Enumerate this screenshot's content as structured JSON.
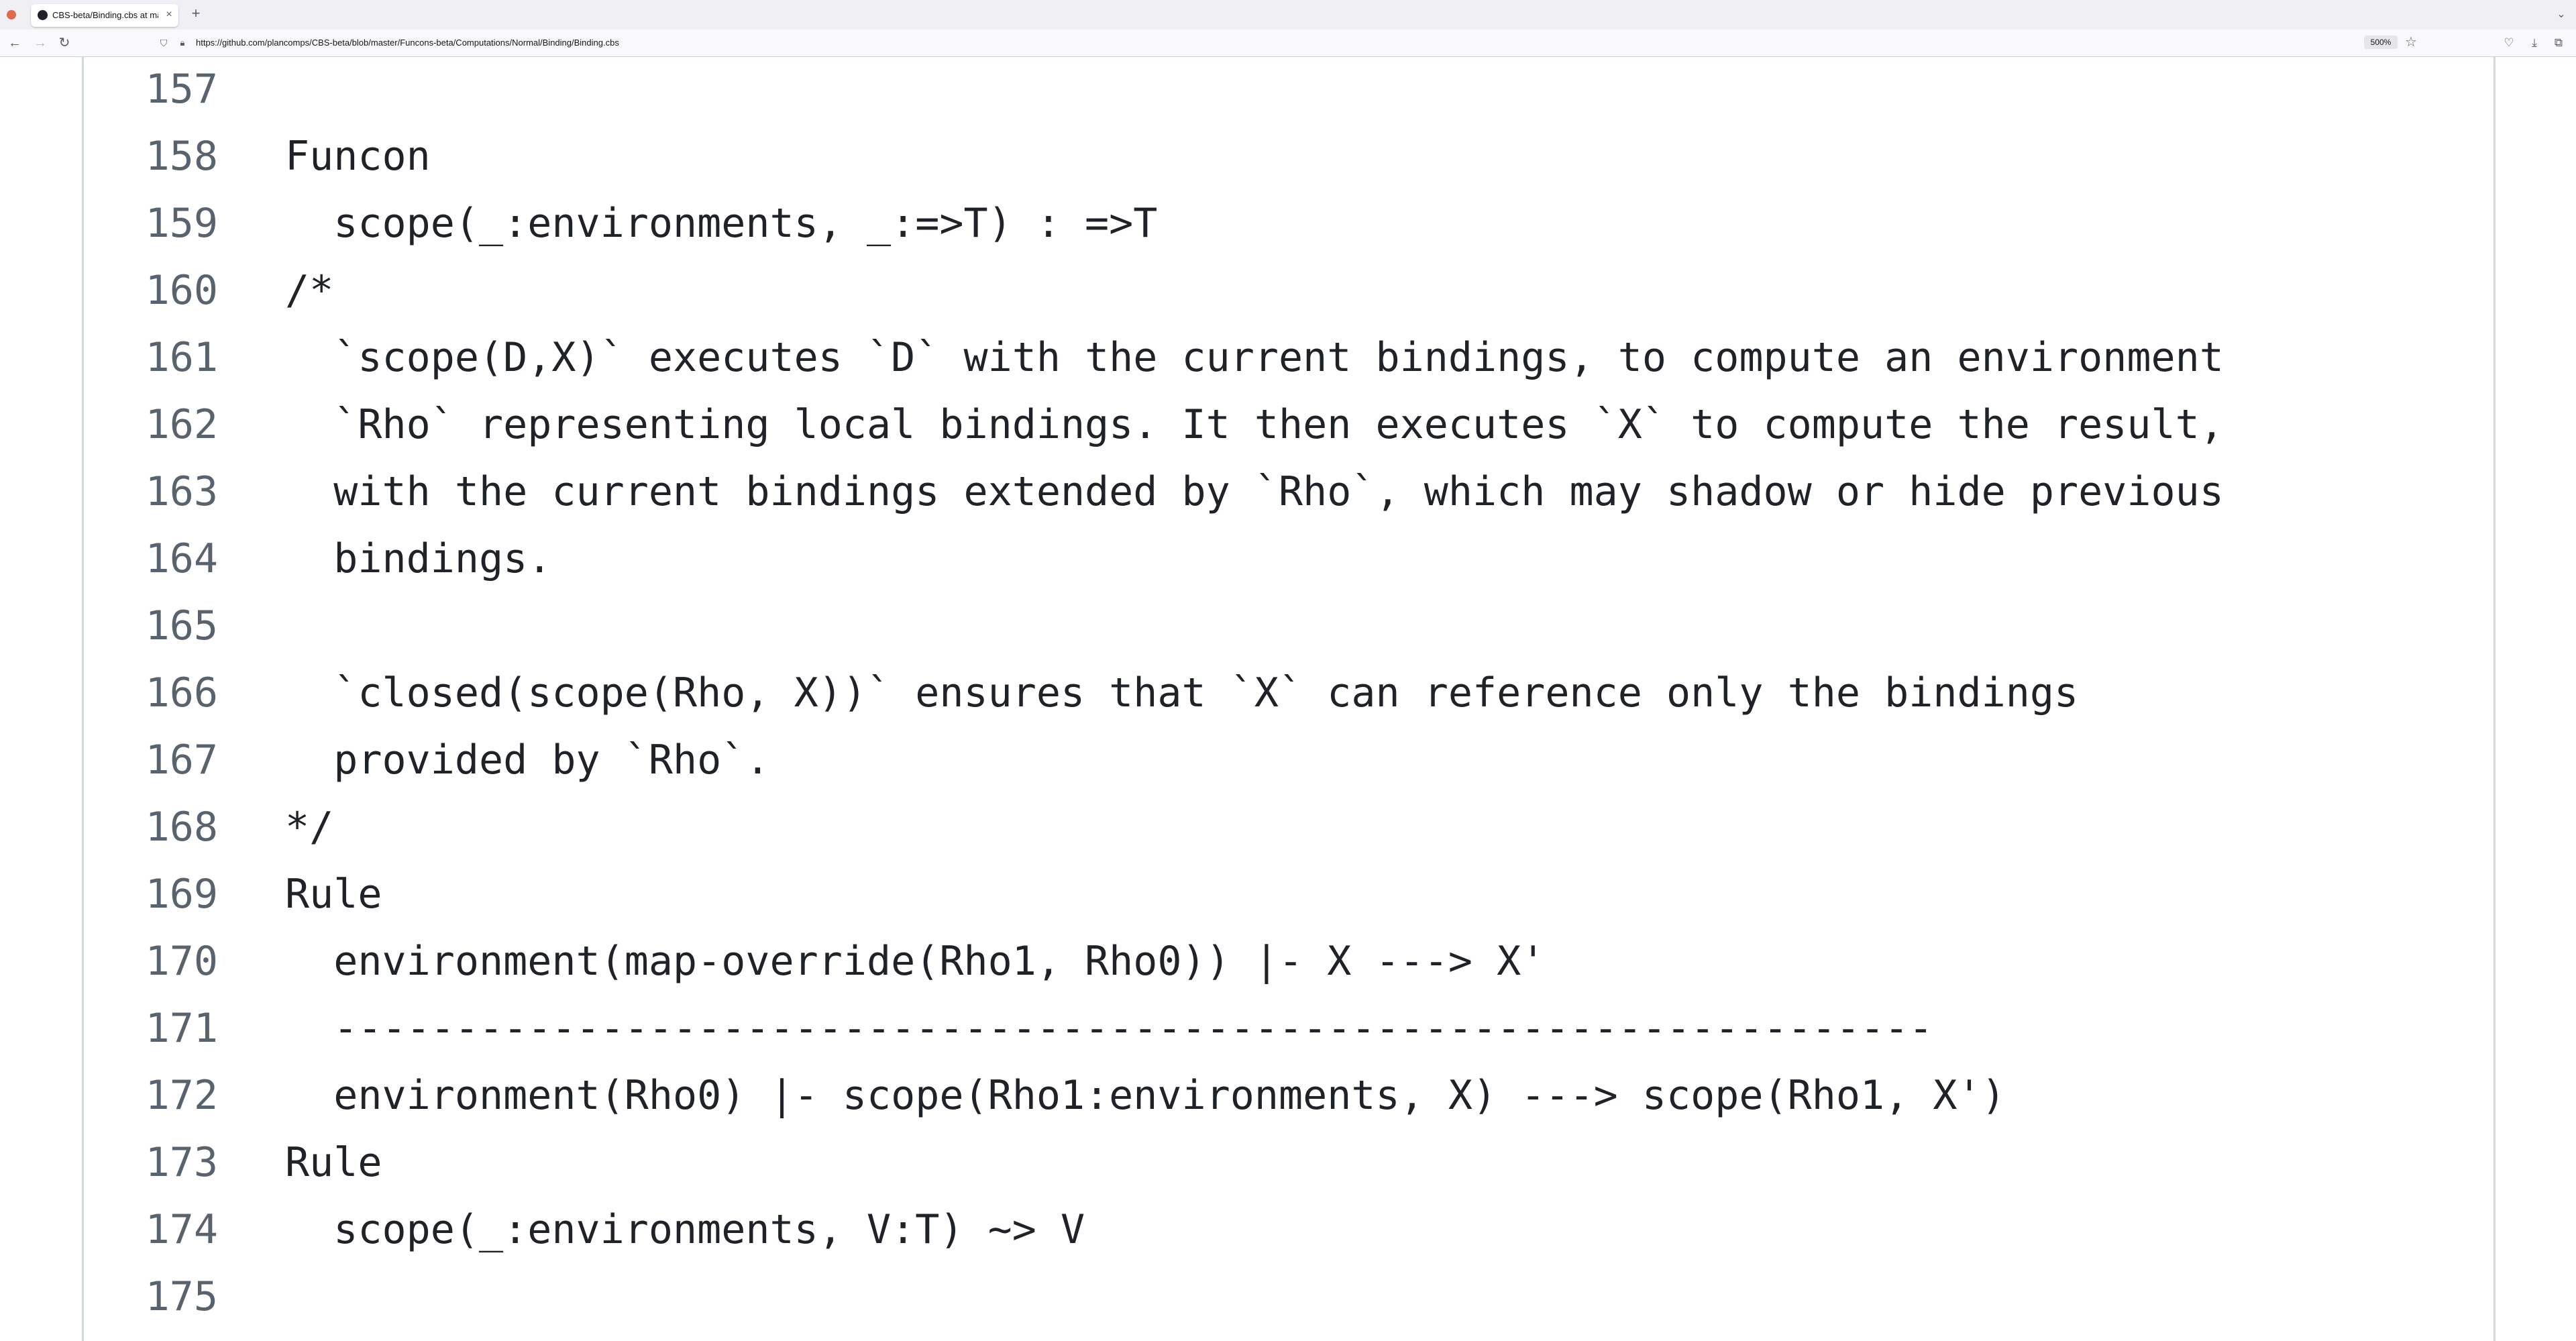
{
  "browser": {
    "tab": {
      "title": "CBS-beta/Binding.cbs at master",
      "close_glyph": "×"
    },
    "new_tab_glyph": "+",
    "url": "https://github.com/plancomps/CBS-beta/blob/master/Funcons-beta/Computations/Normal/Binding/Binding.cbs",
    "zoom": "500%",
    "icons": {
      "back": "back-arrow-icon",
      "forward": "forward-arrow-icon",
      "reload": "reload-icon",
      "shield": "shield-icon",
      "lock": "lock-icon",
      "bookmark": "star-icon",
      "pocket": "pocket-icon",
      "downloads": "download-icon",
      "extensions": "extensions-icon",
      "tab_list": "chevron-down-icon"
    }
  },
  "code": {
    "lines": [
      {
        "num": "157",
        "text": ""
      },
      {
        "num": "158",
        "text": "Funcon"
      },
      {
        "num": "159",
        "text": "  scope(_:environments, _:=>T) : =>T"
      },
      {
        "num": "160",
        "text": "/*"
      },
      {
        "num": "161",
        "text": "  `scope(D,X)` executes `D` with the current bindings, to compute an environment"
      },
      {
        "num": "162",
        "text": "  `Rho` representing local bindings. It then executes `X` to compute the result,"
      },
      {
        "num": "163",
        "text": "  with the current bindings extended by `Rho`, which may shadow or hide previous"
      },
      {
        "num": "164",
        "text": "  bindings."
      },
      {
        "num": "165",
        "text": ""
      },
      {
        "num": "166",
        "text": "  `closed(scope(Rho, X))` ensures that `X` can reference only the bindings"
      },
      {
        "num": "167",
        "text": "  provided by `Rho`."
      },
      {
        "num": "168",
        "text": "*/"
      },
      {
        "num": "169",
        "text": "Rule"
      },
      {
        "num": "170",
        "text": "  environment(map-override(Rho1, Rho0)) |- X ---> X'"
      },
      {
        "num": "171",
        "text": "  ------------------------------------------------------------------"
      },
      {
        "num": "172",
        "text": "  environment(Rho0) |- scope(Rho1:environments, X) ---> scope(Rho1, X')"
      },
      {
        "num": "173",
        "text": "Rule"
      },
      {
        "num": "174",
        "text": "  scope(_:environments, V:T) ~> V"
      },
      {
        "num": "175",
        "text": ""
      }
    ]
  },
  "colors": {
    "line_number": "#59636e",
    "code_text": "#1f2328",
    "border": "#d1d9e0"
  }
}
